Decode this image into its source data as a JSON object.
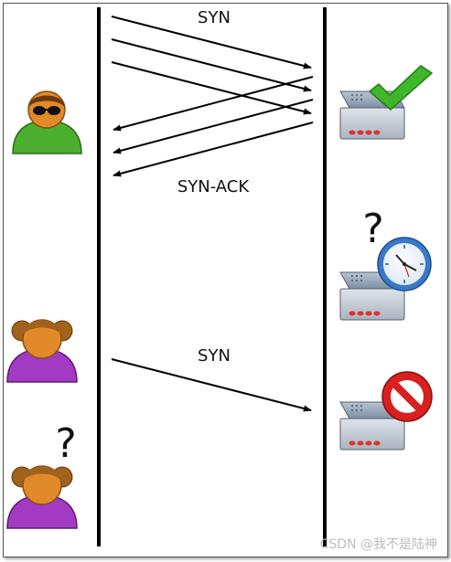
{
  "labels": {
    "syn_top": "SYN",
    "syn_ack": "SYN-ACK",
    "syn_bottom": "SYN",
    "question_server": "?",
    "question_client": "?"
  },
  "watermark": "CSDN @我不是陆神",
  "colors": {
    "client_green": "#4cae2f",
    "client_purple": "#a23ac4",
    "skin": "#e08a2a",
    "server_body": "#8a9aae",
    "check_green": "#3fb62a",
    "stop_red": "#d7201f",
    "clock_blue": "#3a78c8"
  },
  "icons": {
    "legit_client": "person-sunglasses-icon",
    "waiting_client": "person-girl-icon",
    "blocked_client": "person-girl-icon",
    "server_ok": "server-check-icon",
    "server_waiting": "server-clock-icon",
    "server_refused": "server-stop-icon"
  }
}
